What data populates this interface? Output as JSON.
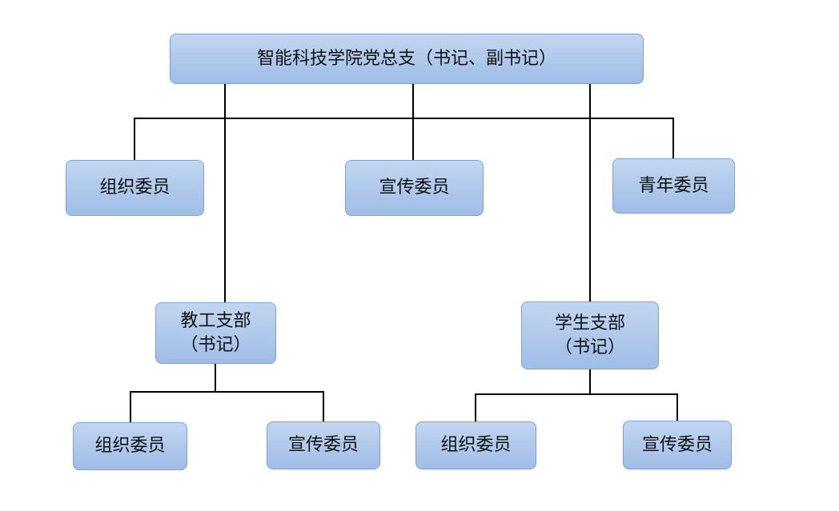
{
  "diagram": {
    "root": {
      "label": "智能科技学院党总支（书记、副书记）"
    },
    "committee": {
      "organization": {
        "label": "组织委员"
      },
      "propaganda": {
        "label": "宣传委员"
      },
      "youth": {
        "label": "青年委员"
      }
    },
    "faculty_branch": {
      "line1": "教工支部",
      "line2": "（书记）",
      "organization": {
        "label": "组织委员"
      },
      "propaganda": {
        "label": "宣传委员"
      }
    },
    "student_branch": {
      "line1": "学生支部",
      "line2": "（书记）",
      "organization": {
        "label": "组织委员"
      },
      "propaganda": {
        "label": "宣传委员"
      }
    },
    "colors": {
      "node_fill_top": "#c2d6f0",
      "node_fill_bottom": "#9fbde6",
      "node_border": "#7aa2d8",
      "connector": "#000000"
    }
  }
}
